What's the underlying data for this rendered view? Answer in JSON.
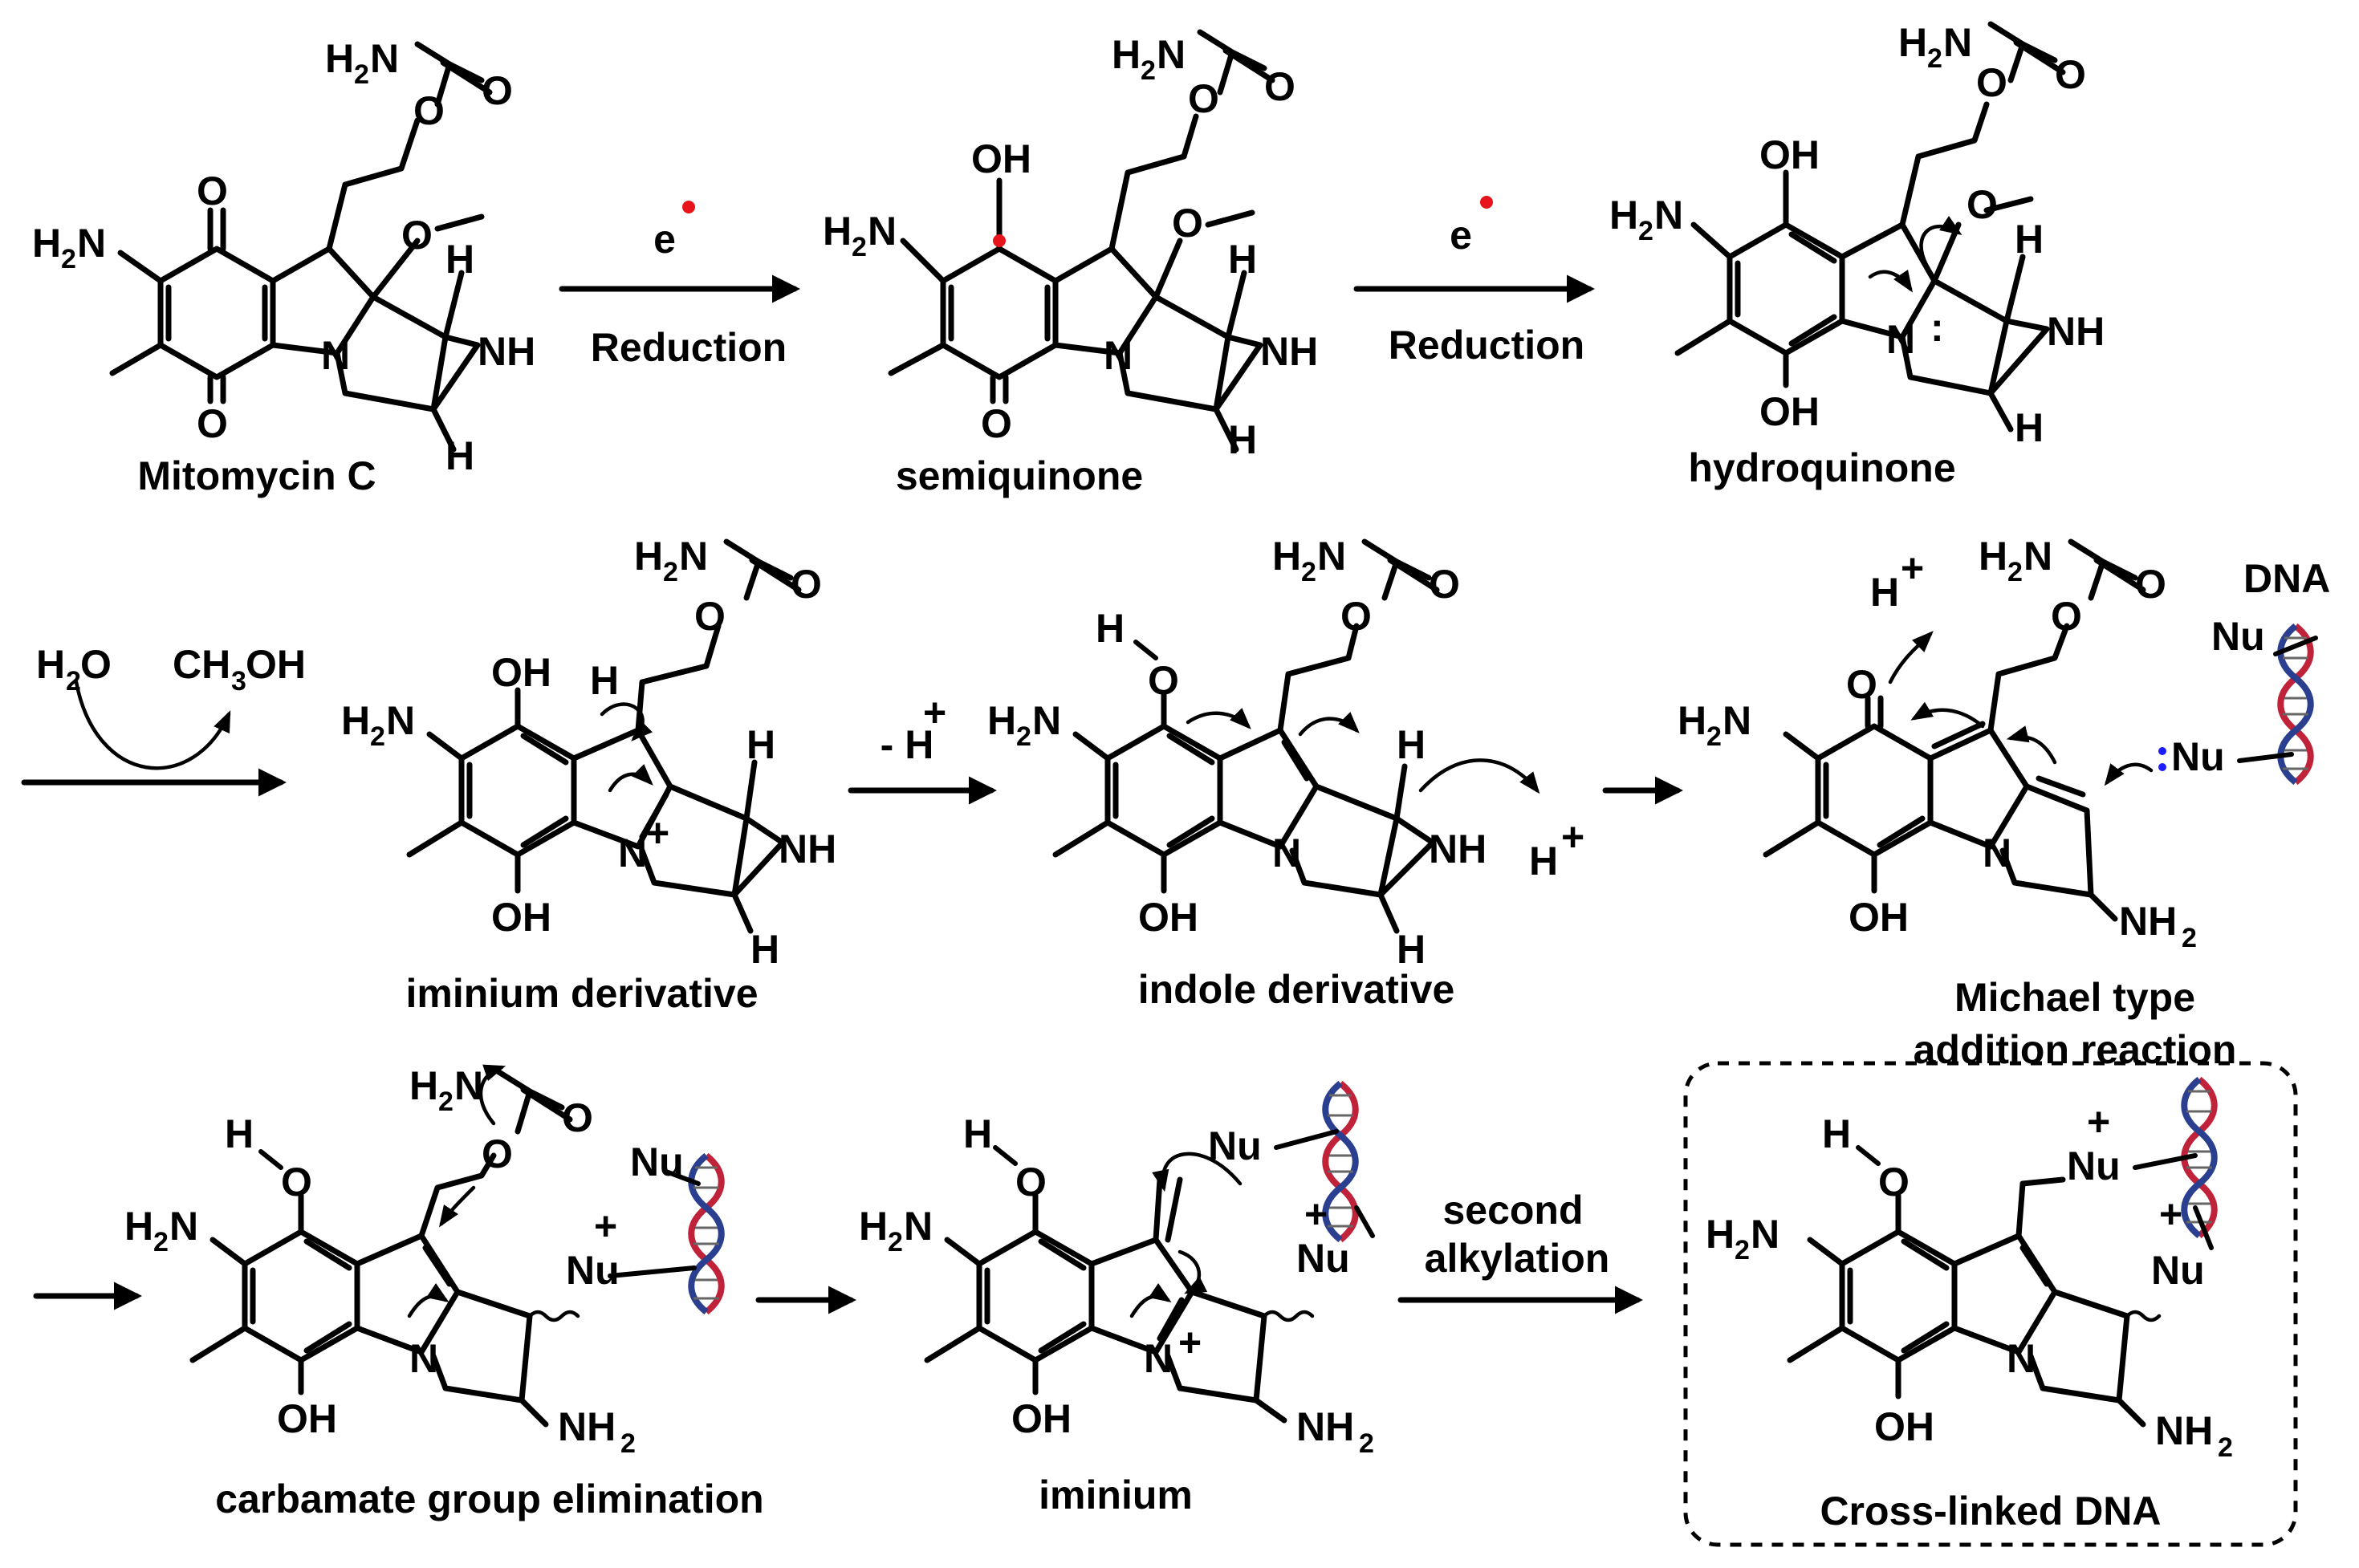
{
  "compounds": [
    {
      "id": "mitomycin",
      "label": "Mitomycin C"
    },
    {
      "id": "semiquinone",
      "label": "semiquinone"
    },
    {
      "id": "hydroquinone",
      "label": "hydroquinone"
    },
    {
      "id": "iminium_derivative",
      "label": "iminium derivative"
    },
    {
      "id": "indole_derivative",
      "label": "indole derivative"
    },
    {
      "id": "michael",
      "label_line1": "Michael type",
      "label_line2": "addition reaction"
    },
    {
      "id": "carbamate",
      "label": "carbamate group elimination"
    },
    {
      "id": "iminium",
      "label": "iminium"
    },
    {
      "id": "crosslinked",
      "label": "Cross-linked DNA"
    }
  ],
  "steps": {
    "reduction1": {
      "above": "e",
      "below": "Reduction"
    },
    "reduction2": {
      "above": "e",
      "below": "Reduction"
    },
    "hydrolysis": {
      "in": "H",
      "in_sub": "2",
      "in_tail": "O",
      "out": "CH",
      "out_sub": "3",
      "out_tail": "OH"
    },
    "deprotonation": {
      "label": "- H",
      "sup": "+"
    },
    "second_alkylation": {
      "line1": "second",
      "line2": "alkylation"
    }
  },
  "labels": {
    "dna": "DNA",
    "h_plus": "H",
    "plus": "+",
    "nu": "Nu"
  },
  "colors": {
    "radical_dot": "#e8141c",
    "lone_pair": "#1c1cff",
    "dna_red": "#c0223a",
    "dna_blue": "#2a3f8f"
  }
}
